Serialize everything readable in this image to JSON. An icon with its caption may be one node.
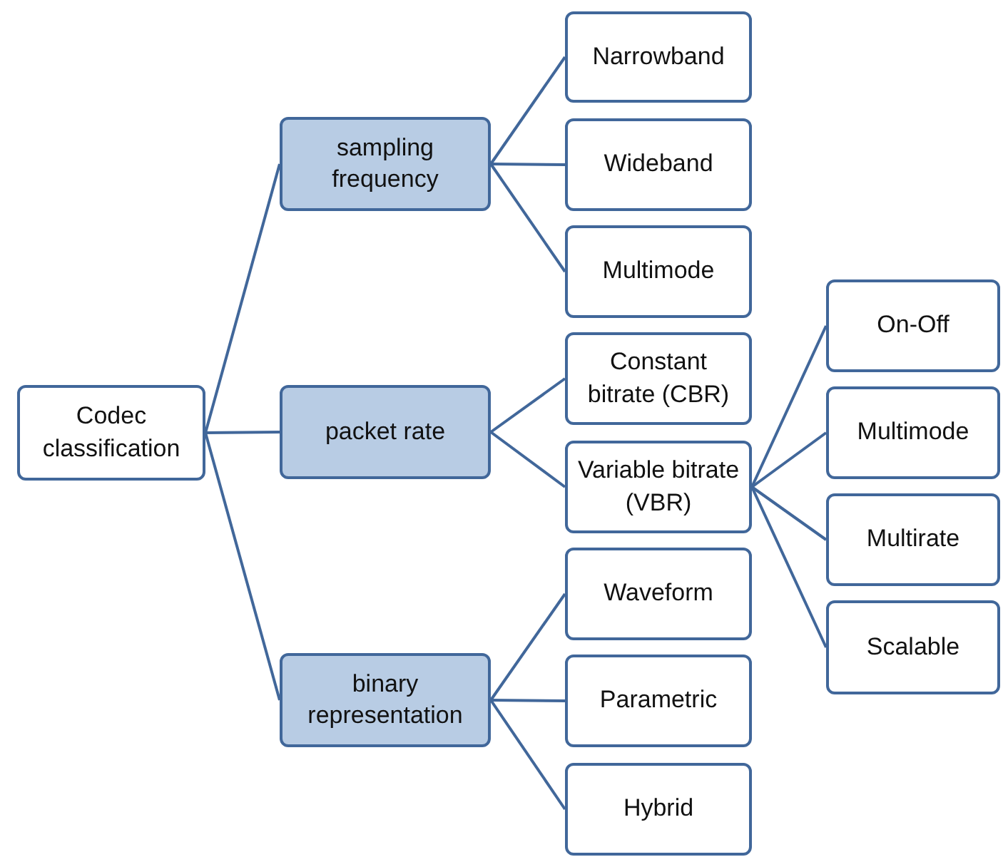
{
  "diagram": {
    "nodes": [
      {
        "text": [
          "Codec classification"
        ]
      },
      {
        "text": [
          "sampling frequency"
        ]
      },
      {
        "text": [
          "Narrowband"
        ]
      },
      {
        "text": [
          "Wideband"
        ]
      },
      {
        "text": [
          "Multimode"
        ]
      },
      {
        "text": [
          "packet rate"
        ]
      },
      {
        "text": [
          "Constant bitrate (CBR)"
        ]
      },
      {
        "text": [
          "Variable bitrate (VBR)"
        ]
      },
      {
        "text": [
          "On-Off"
        ]
      },
      {
        "text": [
          "Multimode"
        ]
      },
      {
        "text": [
          "Multirate"
        ]
      },
      {
        "text": [
          "Scalable"
        ]
      },
      {
        "text": [
          "binary representation"
        ]
      },
      {
        "text": [
          "Waveform"
        ]
      },
      {
        "text": [
          "Parametric"
        ]
      },
      {
        "text": [
          "Hybrid"
        ]
      }
    ],
    "edges": [
      {
        "from": 0,
        "to": 1,
        "arrow": "none"
      },
      {
        "from": 0,
        "to": 5,
        "arrow": "none"
      },
      {
        "from": 0,
        "to": 12,
        "arrow": "none"
      },
      {
        "from": 1,
        "to": 2,
        "arrow": "none"
      },
      {
        "from": 1,
        "to": 3,
        "arrow": "none"
      },
      {
        "from": 1,
        "to": 4,
        "arrow": "none"
      },
      {
        "from": 5,
        "to": 6,
        "arrow": "none"
      },
      {
        "from": 5,
        "to": 7,
        "arrow": "none"
      },
      {
        "from": 7,
        "to": 8,
        "arrow": "none"
      },
      {
        "from": 7,
        "to": 9,
        "arrow": "none"
      },
      {
        "from": 7,
        "to": 10,
        "arrow": "none"
      },
      {
        "from": 7,
        "to": 11,
        "arrow": "none"
      },
      {
        "from": 12,
        "to": 13,
        "arrow": "none"
      },
      {
        "from": 12,
        "to": 14,
        "arrow": "none"
      },
      {
        "from": 12,
        "to": 15,
        "arrow": "none"
      }
    ]
  }
}
